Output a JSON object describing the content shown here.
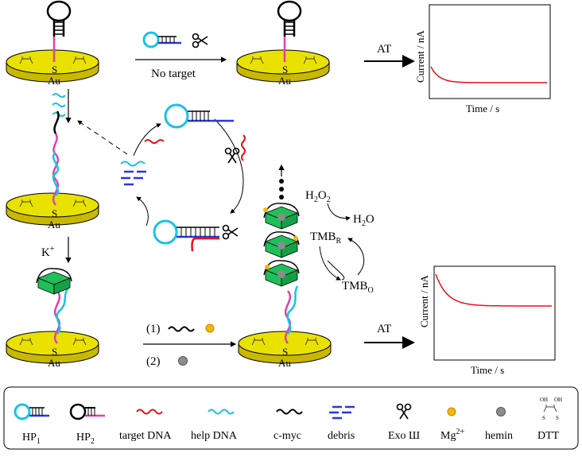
{
  "colors": {
    "gold_top": "#e9e100",
    "gold_side": "#c9b800",
    "hp1_loop": "#19c3e4",
    "hp2_stem": "#e040b0",
    "target": "#e8101a",
    "help": "#19c3e4",
    "debris": "#2a36e0",
    "green": "#1fbf5a",
    "mg": "#f5b800",
    "hemin": "#8c8c8c",
    "curve": "#e8101a"
  },
  "electrode_label": "Au",
  "sulfur_label": "S",
  "dtt_oh": "OH",
  "dtt_s": "S",
  "top": {
    "no_target": "No target",
    "at": "AT"
  },
  "bottom": {
    "step1": "(1)",
    "step2": "(2)",
    "at": "AT"
  },
  "k_plus": {
    "base": "K",
    "sup": "+"
  },
  "reaction": {
    "h2o2_base": "H",
    "h2o2_sub1": "2",
    "h2o2_mid": "O",
    "h2o2_sub2": "2",
    "h2o_base": "H",
    "h2o_sub": "2",
    "h2o_end": "O",
    "tmbr_base": "TMB",
    "tmbr_sub": "R",
    "tmbo_base": "TMB",
    "tmbo_sub": "O"
  },
  "chart_data": [
    {
      "type": "line",
      "xlabel": "Time / s",
      "ylabel": "Current / nA",
      "curve": "low current, fast decay to plateau"
    },
    {
      "type": "line",
      "xlabel": "Time / s",
      "ylabel": "Current / nA",
      "curve": "high current, decay to higher plateau"
    }
  ],
  "legend": {
    "hp1_base": "HP",
    "hp1_sub": "1",
    "hp2_base": "HP",
    "hp2_sub": "2",
    "target": "target DNA",
    "help": "help DNA",
    "cmyc": "c-myc",
    "debris": "debris",
    "exo": "Exo Ш",
    "mg_base": "Mg",
    "mg_sup": "2+",
    "hemin": "hemin",
    "dtt": "DTT"
  }
}
